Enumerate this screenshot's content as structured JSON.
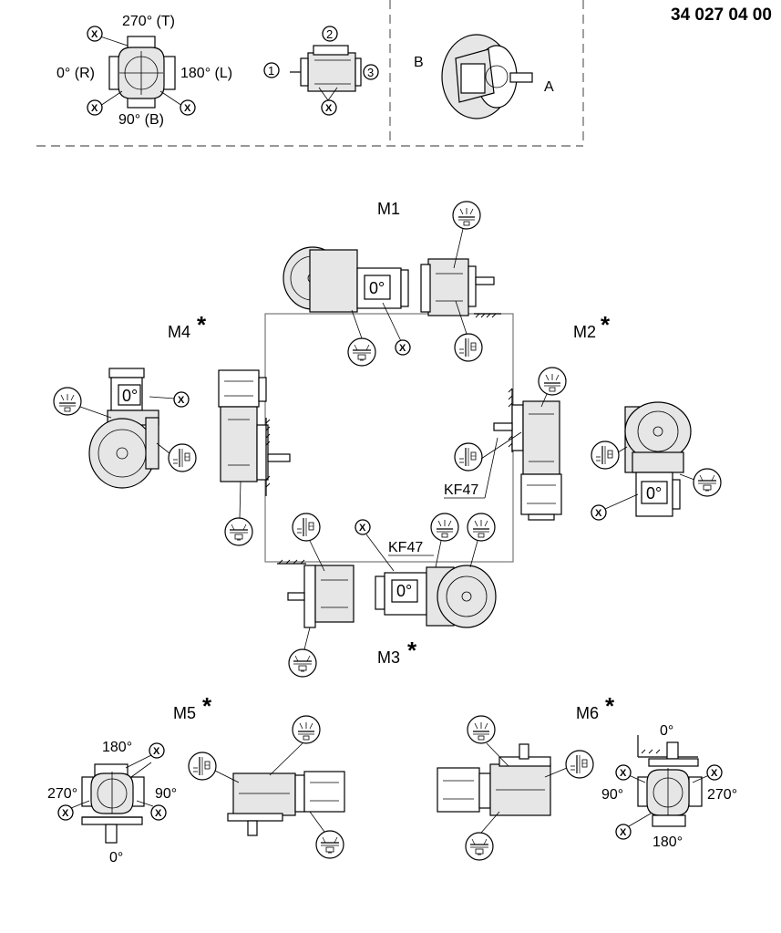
{
  "document_number": "34 027 04 00",
  "legend": {
    "terminal_box_positions": {
      "top": "270° (T)",
      "left": "0° (R)",
      "right": "180° (L)",
      "bottom": "90° (B)"
    },
    "cable_entry_positions": [
      "1",
      "2",
      "3"
    ],
    "side_labels": {
      "b": "B",
      "a": "A"
    }
  },
  "marker": "X",
  "angle_zero": "0°",
  "mounting_positions": {
    "m1": "M1",
    "m2": "M2",
    "m3": "M3",
    "m4": "M4",
    "m5": "M5",
    "m6": "M6",
    "asterisk": "*"
  },
  "model_labels": {
    "right": "KF47",
    "bottom": "KF47"
  },
  "m5_positions": {
    "top": "180°",
    "left": "270°",
    "right": "90°",
    "bottom": "0°"
  },
  "m6_positions": {
    "top": "0°",
    "left": "90°",
    "right": "270°",
    "bottom": "180°"
  }
}
